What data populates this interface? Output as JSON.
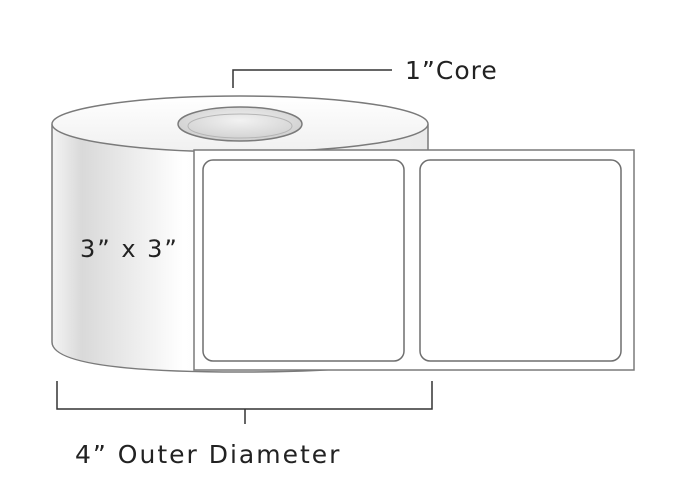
{
  "diagram": {
    "core_label": "1”Core",
    "label_size_text": "3” x 3”",
    "outer_diameter_label": "4” Outer Diameter",
    "label_count_visible": 2
  },
  "colors": {
    "outline": "#7a7a7a",
    "dimension_line": "#333333",
    "roll_light": "#ffffff",
    "roll_shade": "#d8d8d8",
    "core_fill": "#d9d9d9",
    "label_fill": "#ffffff",
    "text": "#222222"
  }
}
